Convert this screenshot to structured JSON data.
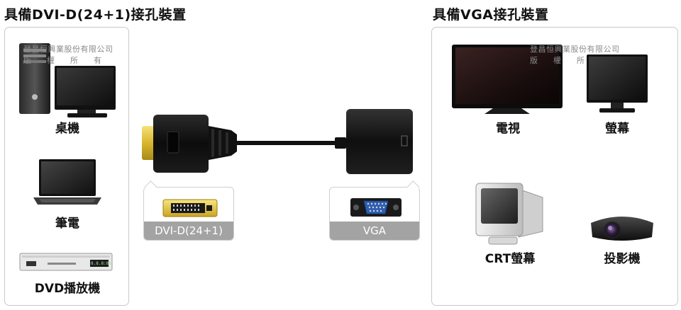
{
  "headings": {
    "left": "具備DVI-D(24+1)接孔裝置",
    "right": "具備VGA接孔裝置"
  },
  "watermark": {
    "line1": "登昌恒興業股份有限公司",
    "line2": "版權所有"
  },
  "left_devices": {
    "desktop": "桌機",
    "laptop": "筆電",
    "dvd": "DVD播放機"
  },
  "right_devices": {
    "tv": "電視",
    "monitor": "螢幕",
    "crt": "CRT螢幕",
    "projector": "投影機"
  },
  "connectors": {
    "dvi": "DVI-D(24+1)",
    "vga": "VGA"
  },
  "dvd_display": "8.8.8:88"
}
